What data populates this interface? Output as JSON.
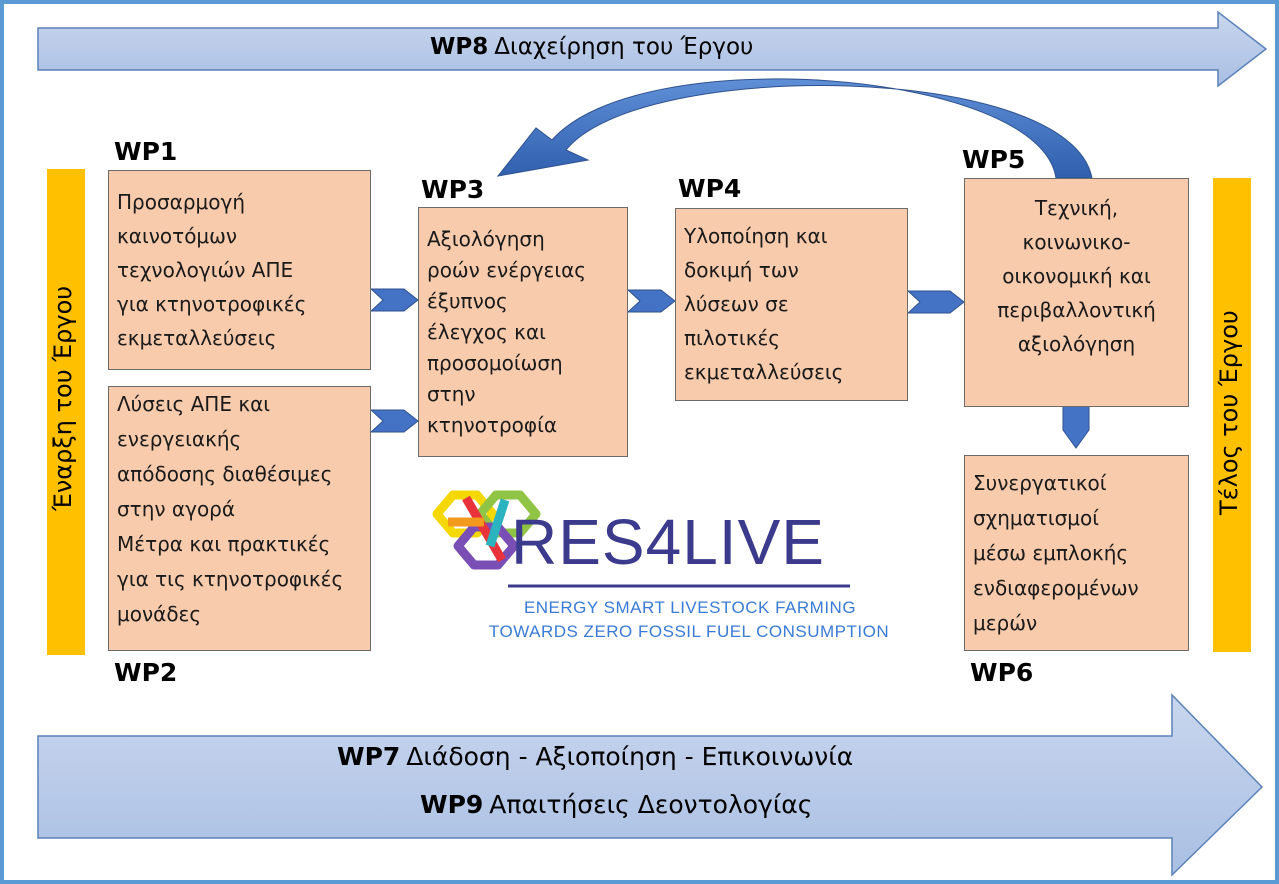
{
  "colors": {
    "frame": "#5b9bd5",
    "big_arrow": "#b4c7e7",
    "big_arrow_edge": "#5b82b8",
    "box_fill": "#f8cbad",
    "side_bar": "#ffc000",
    "connector": "#4472c4",
    "logo_text": "#3b3a8c",
    "tagline": "#3a7bd5"
  },
  "top_arrow": {
    "code": "WP8",
    "label": "Διαχείρηση του Έργου"
  },
  "bottom_arrow": {
    "line1": {
      "code": "WP7",
      "label": "Διάδοση - Αξιοποίηση - Επικοινωνία"
    },
    "line2": {
      "code": "WP9",
      "label": "Απαιτήσεις Δεοντολογίας"
    }
  },
  "left_bar": {
    "label": "Έναρξη του Έργου"
  },
  "right_bar": {
    "label": "Τέλος του Έργου"
  },
  "wp1": {
    "code": "WP1",
    "lines": [
      "Προσαρμογή",
      "καινοτόμων",
      "τεχνολογιών ΑΠΕ",
      "για κτηνοτροφικές",
      "εκμεταλλεύσεις"
    ]
  },
  "wp2": {
    "code": "WP2",
    "lines": [
      "Λύσεις ΑΠΕ και",
      "ενεργειακής",
      "απόδοσης διαθέσιμες",
      "στην αγορά",
      "Μέτρα και πρακτικές",
      "για τις κτηνοτροφικές",
      "μονάδες"
    ]
  },
  "wp3": {
    "code": "WP3",
    "lines": [
      "Αξιολόγηση",
      "ροών ενέργειας",
      "έξυπνος",
      "έλεγχος και",
      "προσομοίωση",
      "στην",
      "κτηνοτροφία"
    ]
  },
  "wp4": {
    "code": "WP4",
    "lines": [
      "Υλοποίηση και",
      "δοκιμή των",
      "λύσεων σε",
      "πιλοτικές",
      "εκμεταλλεύσεις"
    ]
  },
  "wp5": {
    "code": "WP5",
    "lines": [
      "Τεχνική,",
      "κοινωνικο-",
      "οικονομική και",
      "περιβαλλοντική",
      "αξιολόγηση"
    ]
  },
  "wp6": {
    "code": "WP6",
    "lines": [
      "Συνεργατικοί",
      "σχηματισμοί",
      "μέσω εμπλοκής",
      "ενδιαφερομένων",
      "μερών"
    ]
  },
  "logo": {
    "name": "RES4LIVE",
    "tagline1": "ENERGY SMART LIVESTOCK FARMING",
    "tagline2": "TOWARDS ZERO FOSSIL FUEL CONSUMPTION"
  }
}
